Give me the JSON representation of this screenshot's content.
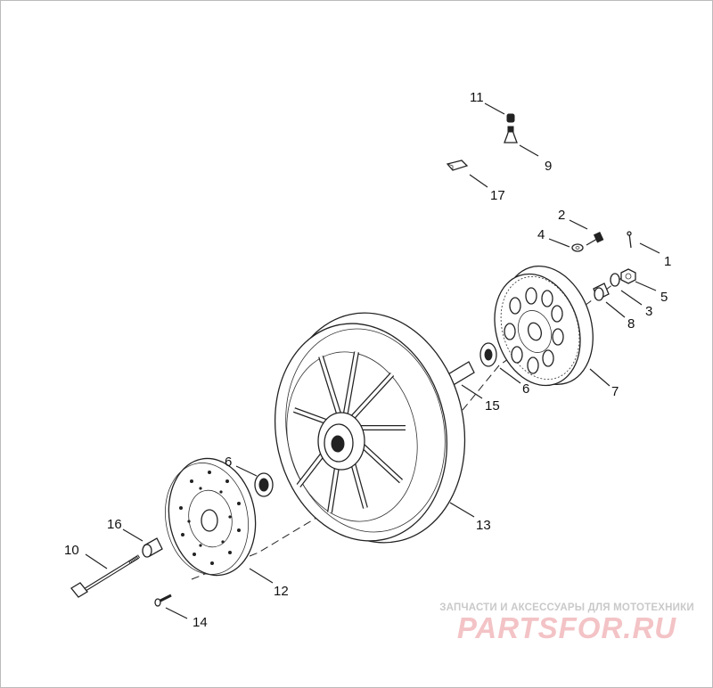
{
  "callouts": [
    "1",
    "2",
    "3",
    "4",
    "5",
    "6",
    "7",
    "8",
    "9",
    "10",
    "11",
    "12",
    "13",
    "14",
    "15",
    "16",
    "17"
  ],
  "watermark": {
    "tagline": "ЗАПЧАСТИ И АКСЕССУАРЫ ДЛЯ МОТОТЕХНИКИ",
    "brand": "PARTSFOR.RU"
  },
  "colors": {
    "line": "#222222",
    "background": "#ffffff",
    "watermark_brand": "#f3c3c6",
    "watermark_tag": "#c9c9c9"
  }
}
